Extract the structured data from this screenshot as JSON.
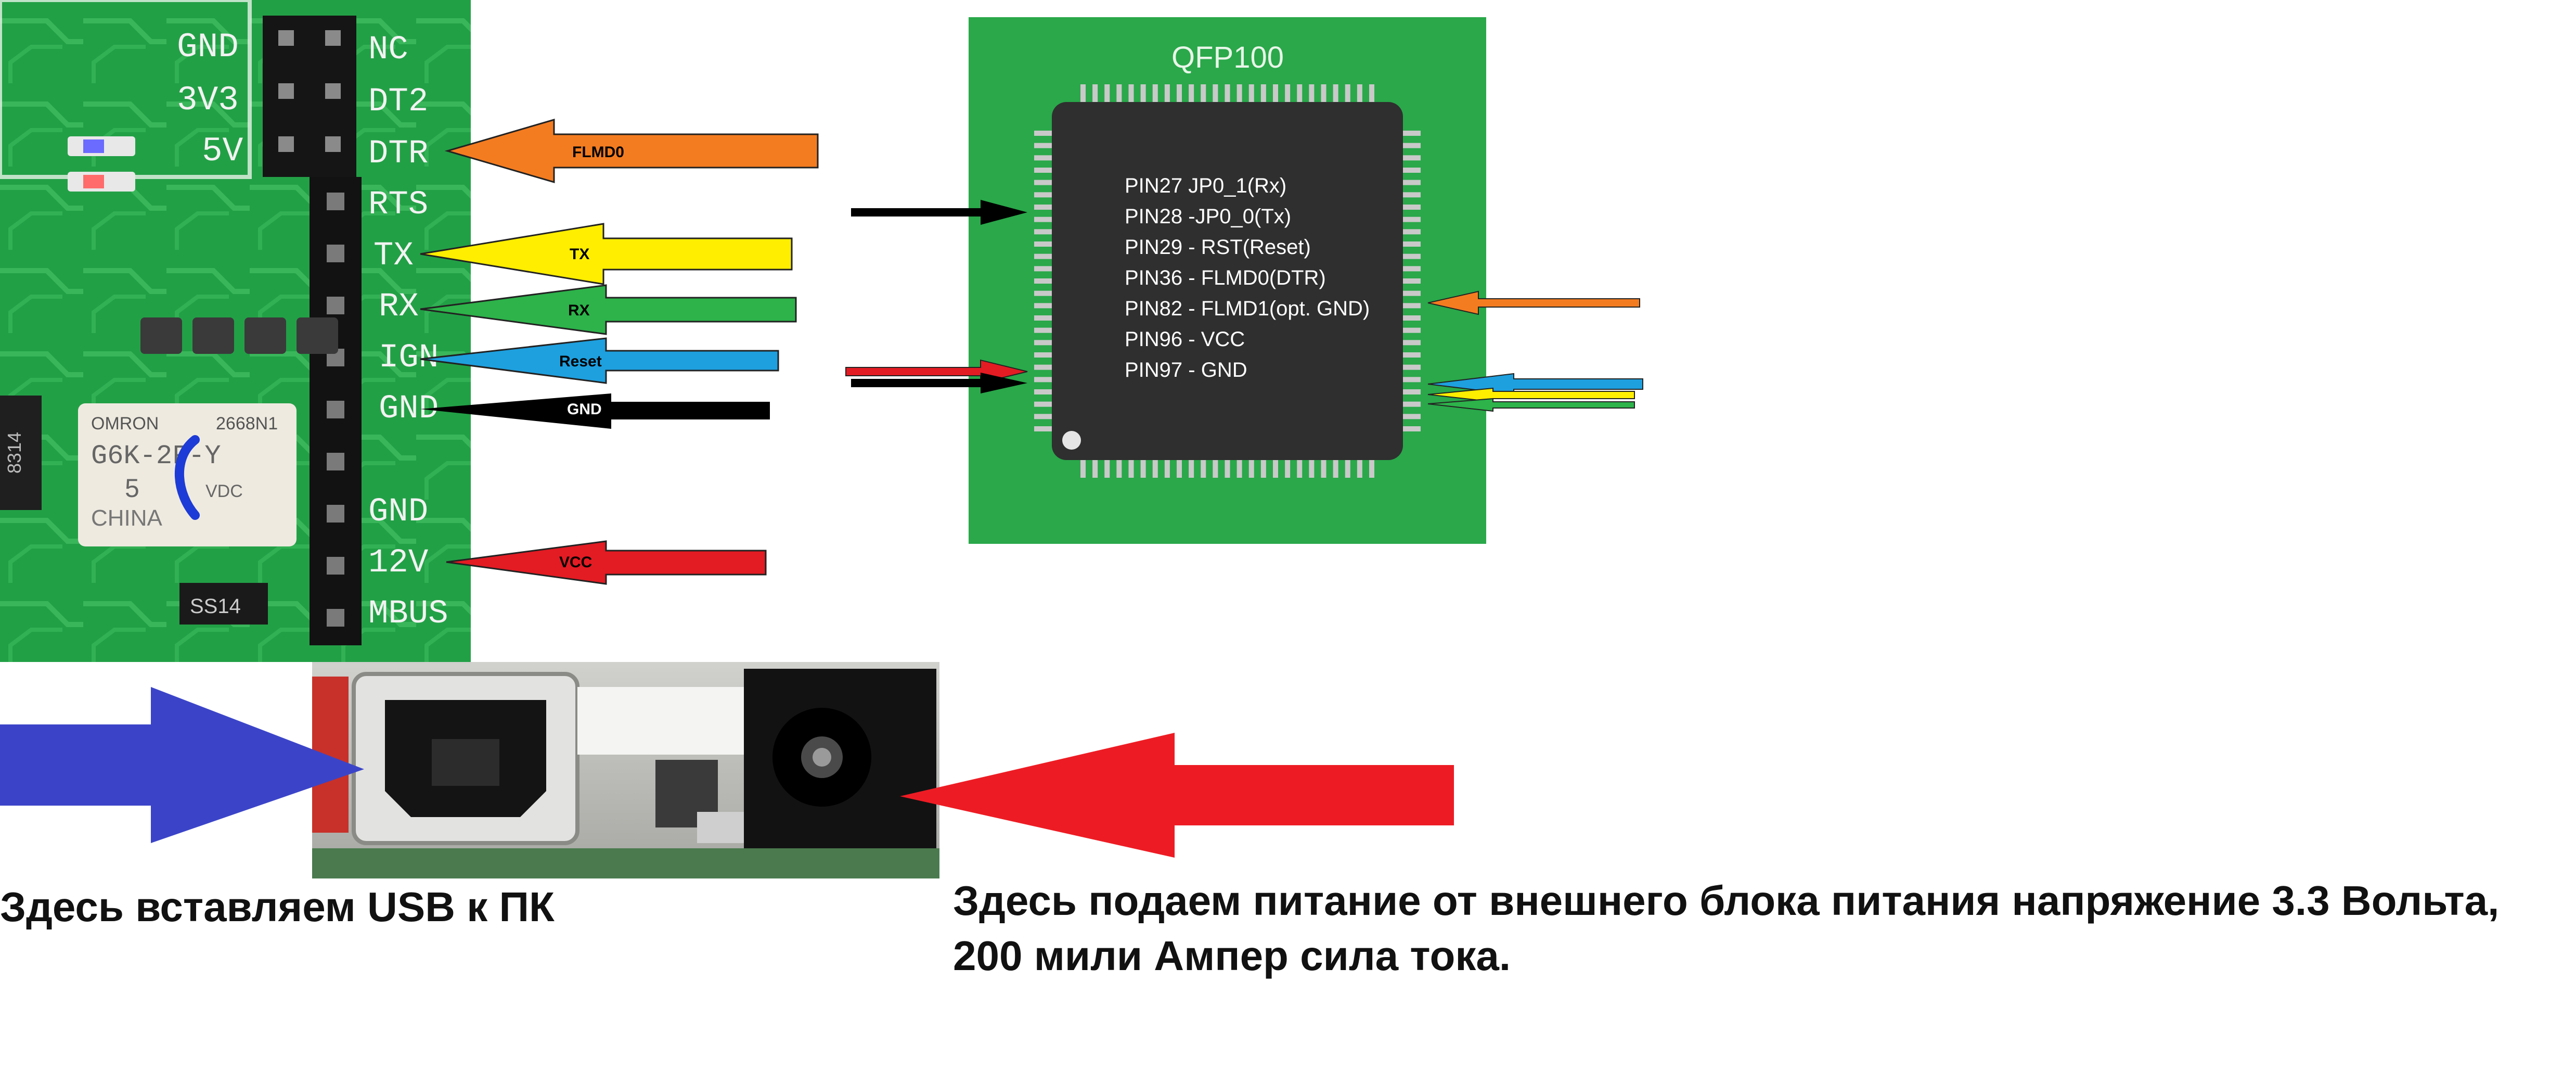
{
  "board": {
    "header_labels": [
      "GND",
      "3V3",
      "5V"
    ],
    "pin_labels": [
      "NC",
      "DT2",
      "DTR",
      "RTS",
      "TX",
      "RX",
      "IGN",
      "GND",
      "GND",
      "12V",
      "MBUS"
    ],
    "relay_lines": [
      "OMRON",
      "2668N1",
      "G6K-2F-Y",
      "5",
      "VDC",
      "CHINA"
    ],
    "diode_label": "SS14",
    "ic_label": "8314"
  },
  "arrows": [
    {
      "label": "FLMD0",
      "color": "#f47c20"
    },
    {
      "label": "TX",
      "color": "#ffee00"
    },
    {
      "label": "RX",
      "color": "#2db34a"
    },
    {
      "label": "Reset",
      "color": "#1ea0df"
    },
    {
      "label": "GND",
      "color": "#000000"
    },
    {
      "label": "VCC",
      "color": "#e31b23"
    }
  ],
  "chip": {
    "title": "QFP100",
    "pins": [
      "PIN27 JP0_1(Rx)",
      "PIN28 -JP0_0(Tx)",
      "PIN29 - RST(Reset)",
      "PIN36 - FLMD0(DTR)",
      "PIN82 - FLMD1(opt. GND)",
      "PIN96 - VCC",
      "PIN97 - GND"
    ]
  },
  "captions": {
    "usb": "Здесь вставляем USB к ПК",
    "power": "Здесь подаем питание от внешнего блока питания напряжение 3.3 Вольта, 200 мили Ампер сила тока."
  },
  "colors": {
    "pcb_green": "#22a046",
    "chip_board_green": "#2aa84a",
    "chip_body": "#2f2f2f",
    "usb_arrow": "#3b44c8",
    "power_arrow": "#ed1c24"
  }
}
